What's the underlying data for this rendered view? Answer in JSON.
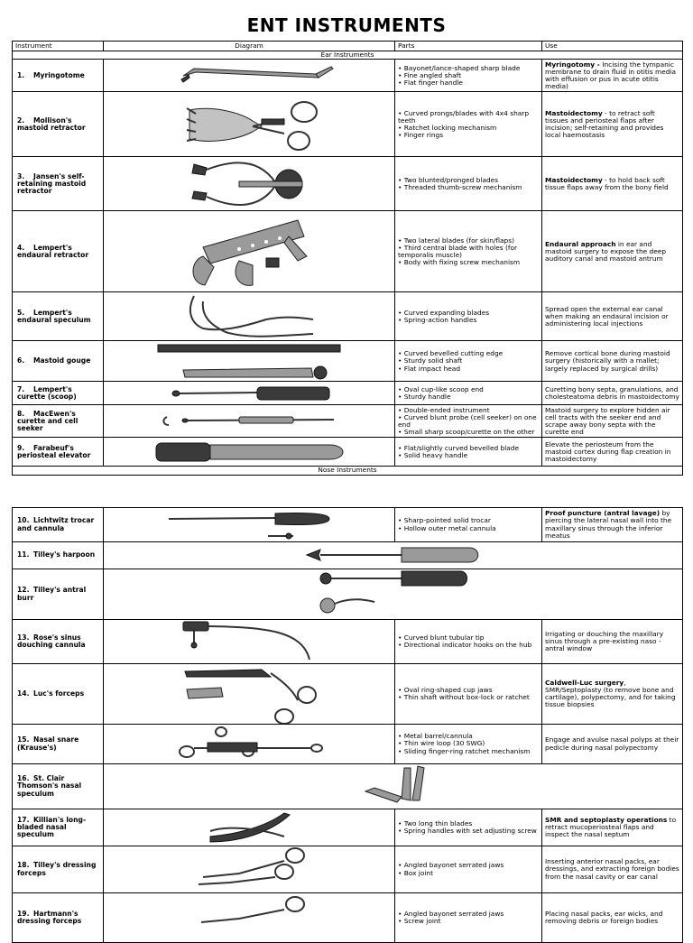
{
  "title": "ENT INSTRUMENTS",
  "headers": {
    "instrument": "Instrument",
    "diagram": "Diagram",
    "parts": "Parts",
    "use": "Use"
  },
  "sections": {
    "ear": "Ear Instruments",
    "nose": "Nose Instruments"
  },
  "ear_rows": [
    {
      "num": "1.",
      "name": "Myringotome",
      "parts": [
        "• Bayonet/lance-shaped sharp blade",
        "• Fine angled shaft",
        "• Flat finger handle"
      ],
      "use_bold": "Myringotomy - ",
      "use_text": "Incising the tympanic membrane to drain fluid in otitis media with effusion or pus in acute otitis media)"
    },
    {
      "num": "2.",
      "name": "Mollison's mastoid retractor",
      "parts": [
        "• Curved prongs/blades with 4x4 sharp teeth",
        "• Ratchet locking mechanism",
        "• Finger rings"
      ],
      "use_bold": "Mastoidectomy",
      "use_text": " - to retract soft tissues and periosteal flaps after incision; self-retaining and provides local haemostasis"
    },
    {
      "num": "3.",
      "name": "Jansen's self-retaining mastoid retractor",
      "parts": [
        "• Two blunted/pronged blades",
        "• Threaded thumb-screw mechanism"
      ],
      "use_bold": "Mastoidectomy",
      "use_text": " - to hold back soft tissue flaps away from the bony field"
    },
    {
      "num": "4.",
      "name": "Lempert's endaural retractor",
      "parts": [
        "• Two lateral blades (for skin/flaps)",
        "• Third central blade with holes (for temporalis muscle)",
        "• Body with fixing screw mechanism"
      ],
      "use_bold": "Endaural approach",
      "use_text": " in ear and mastoid surgery to expose the deep auditory canal and mastoid antrum"
    },
    {
      "num": "5.",
      "name": "Lempert's endaural speculum",
      "parts": [
        "• Curved expanding blades",
        "• Spring-action handles"
      ],
      "use_bold": "",
      "use_text": "Spread open the external ear canal when making an endaural incision or administering local injections"
    },
    {
      "num": "6.",
      "name": "Mastoid gouge",
      "parts": [
        "• Curved bevelled cutting edge",
        "• Sturdy solid shaft",
        "• Flat impact head"
      ],
      "use_bold": "",
      "use_text": "Remove cortical bone during mastoid surgery (historically with a mallet; largely replaced by surgical drills)"
    },
    {
      "num": "7.",
      "name": "Lempert's curette (scoop)",
      "parts": [
        "• Oval cup-like scoop end",
        "• Sturdy handle"
      ],
      "use_bold": "",
      "use_text": "Curetting bony septa, granulations, and cholesteatoma debris in mastoidectomy"
    },
    {
      "num": "8.",
      "name": "MacEwen's curette and cell seeker",
      "parts": [
        "• Double-ended instrument",
        "• Curved blunt probe (cell seeker) on one end",
        "• Small sharp scoop/curette on the other"
      ],
      "use_bold": "",
      "use_text": "Mastoid surgery to explore hidden air cell tracts with the seeker end and scrape away bony septa with the curette end"
    },
    {
      "num": "9.",
      "name": "Farabeuf's periosteal elevator",
      "parts": [
        "• Flat/slightly curved bevelled blade",
        "• Solid heavy handle"
      ],
      "use_bold": "",
      "use_text": "Elevate the periosteum from the mastoid cortex during flap creation in mastoidectomy"
    }
  ],
  "nose_rows": [
    {
      "num": "10.",
      "name": "Lichtwitz trocar and cannula",
      "parts": [
        "• Sharp-pointed solid trocar",
        "• Hollow outer metal cannula"
      ],
      "use_bold": "Proof puncture (antral lavage)",
      "use_text": " by piercing the lateral nasal wall into the maxillary sinus through the inferior meatus"
    },
    {
      "num": "11.",
      "name": "Tilley's harpoon",
      "parts": [],
      "use_bold": "",
      "use_text": ""
    },
    {
      "num": "12.",
      "name": "Tilley's antral burr",
      "parts": [],
      "use_bold": "",
      "use_text": ""
    },
    {
      "num": "13.",
      "name": "Rose's sinus douching cannula",
      "parts": [
        "• Curved blunt tubular tip",
        "• Directional indicator hooks on the hub"
      ],
      "use_bold": "",
      "use_text": "Irrigating or douching the maxillary sinus through a pre-existing naso - antral window"
    },
    {
      "num": "14.",
      "name": "Luc's forceps",
      "parts": [
        "• Oval ring-shaped cup jaws",
        "• Thin shaft without box-lock or ratchet"
      ],
      "use_bold": "Caldwell-Luc surgery",
      "use_text": ", SMR/Septoplasty (to remove bone and cartilage), polypectomy, and for taking tissue biopsies"
    },
    {
      "num": "15.",
      "name": "Nasal snare (Krause's)",
      "parts": [
        "• Metal barrel/cannula",
        "• Thin wire loop (30 SWG)",
        "• Sliding finger-ring ratchet mechanism"
      ],
      "use_bold": "",
      "use_text": "Engage and avulse nasal polyps at their pedicle during nasal polypectomy"
    },
    {
      "num": "16.",
      "name": "St. Clair Thomson's nasal speculum",
      "parts": [],
      "use_bold": "",
      "use_text": ""
    },
    {
      "num": "17.",
      "name": "Killian's long-bladed nasal speculum",
      "parts": [
        "• Two long thin blades",
        "• Spring handles with set adjusting screw"
      ],
      "use_bold": "SMR and septoplasty operations",
      "use_text": " to retract mucoperiosteal flaps and inspect the nasal septum"
    },
    {
      "num": "18.",
      "name": "Tilley's dressing forceps",
      "parts": [
        "• Angled bayonet serrated jaws",
        "• Box joint"
      ],
      "use_bold": "",
      "use_text": "Inserting anterior nasal packs, ear dressings, and extracting foreign bodies from the nasal cavity or ear canal"
    },
    {
      "num": "19.",
      "name": "Hartmann's dressing forceps",
      "parts": [
        "• Angled bayonet serrated jaws",
        "• Screw joint"
      ],
      "use_bold": "",
      "use_text": "Placing nasal packs, ear wicks, and removing debris or foreign bodies"
    }
  ]
}
